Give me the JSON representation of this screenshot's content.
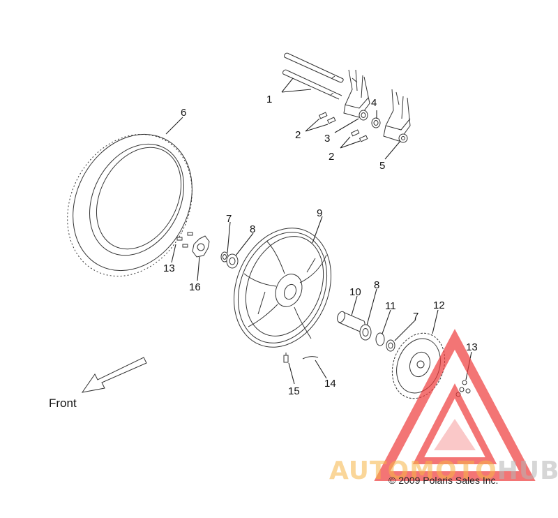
{
  "callouts": [
    {
      "id": "c1",
      "text": "1"
    },
    {
      "id": "c2a",
      "text": "2"
    },
    {
      "id": "c2b",
      "text": "2"
    },
    {
      "id": "c3",
      "text": "3"
    },
    {
      "id": "c4",
      "text": "4"
    },
    {
      "id": "c5",
      "text": "5"
    },
    {
      "id": "c6",
      "text": "6"
    },
    {
      "id": "c7a",
      "text": "7"
    },
    {
      "id": "c7b",
      "text": "7"
    },
    {
      "id": "c8a",
      "text": "8"
    },
    {
      "id": "c8b",
      "text": "8"
    },
    {
      "id": "c9",
      "text": "9"
    },
    {
      "id": "c10",
      "text": "10"
    },
    {
      "id": "c11",
      "text": "11"
    },
    {
      "id": "c12",
      "text": "12"
    },
    {
      "id": "c13a",
      "text": "13"
    },
    {
      "id": "c13b",
      "text": "13"
    },
    {
      "id": "c14",
      "text": "14"
    },
    {
      "id": "c15",
      "text": "15"
    },
    {
      "id": "c16",
      "text": "16"
    }
  ],
  "front_label": "Front",
  "copyright": "© 2009 Polaris Sales Inc.",
  "watermark": {
    "part_a": "AUTOMOTO",
    "part_b": "HUB",
    "color_a": "#f5b446",
    "color_b": "#b4b4b4",
    "logo_color": "#ee2222"
  }
}
